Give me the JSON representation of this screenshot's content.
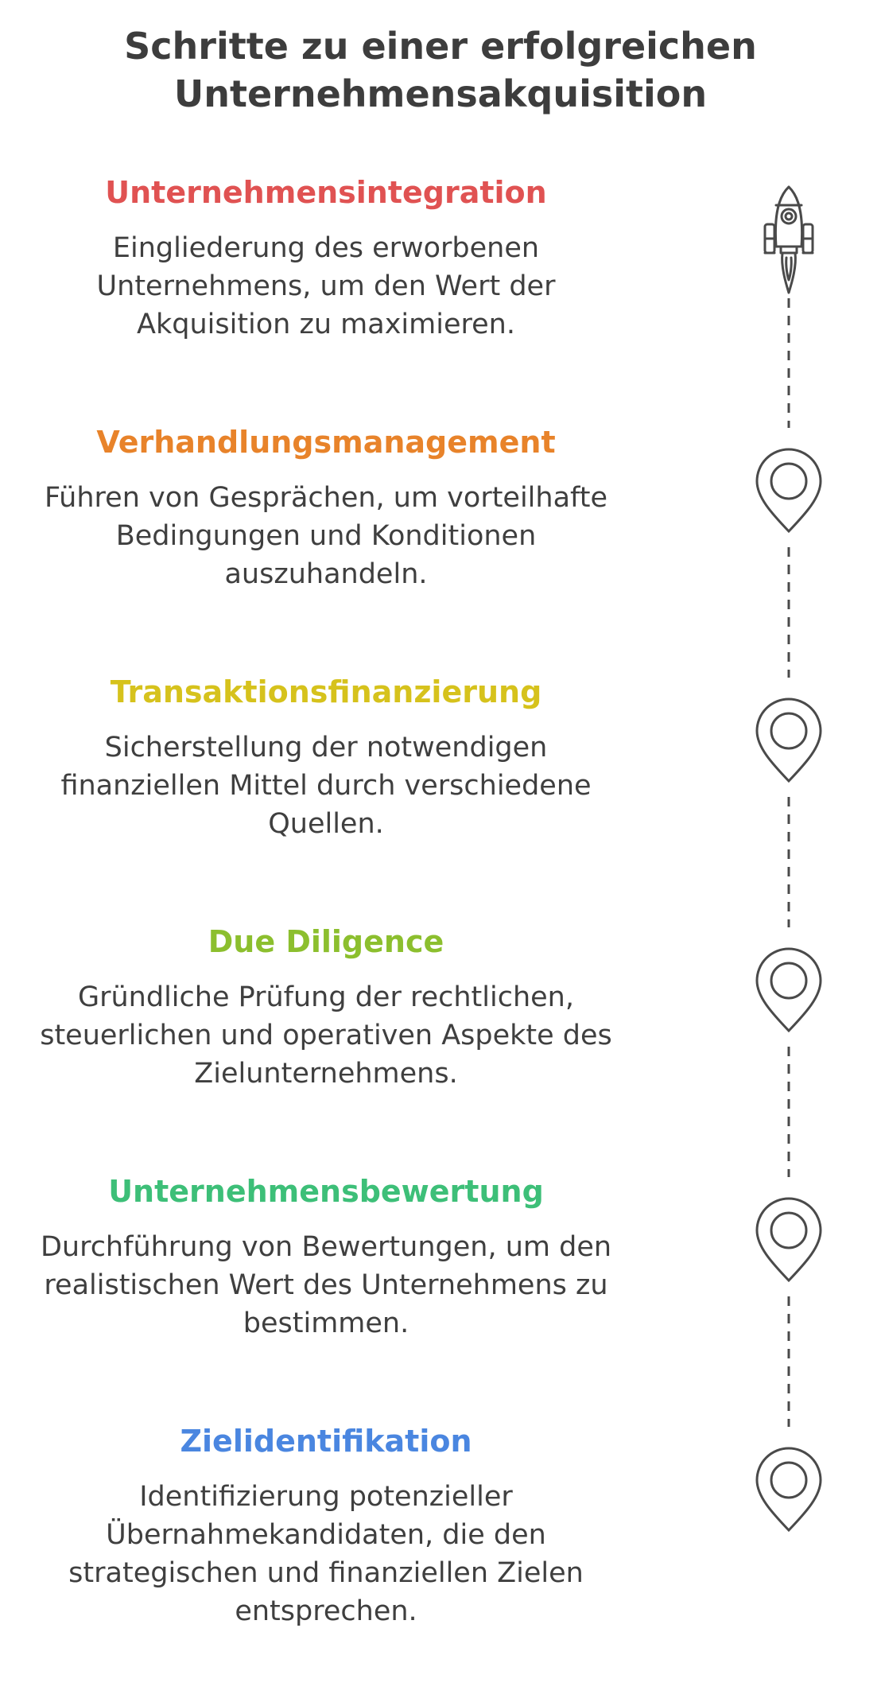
{
  "title": {
    "line1": "Schritte zu einer erfolgreichen",
    "line2": "Unternehmensakquisition"
  },
  "steps": [
    {
      "heading": "Unternehmensintegration",
      "color": "#e05252",
      "description": "Eingliederung des erworbenen Unternehmens, um den Wert der Akquisition zu maximieren.",
      "icon": "rocket-icon"
    },
    {
      "heading": "Verhandlungsmanagement",
      "color": "#e8832a",
      "description": "Führen von Gesprächen, um vorteilhafte Bedingungen und Konditionen auszuhandeln.",
      "icon": "map-pin-icon"
    },
    {
      "heading": "Transaktionsfinanzierung",
      "color": "#d6c21c",
      "description": "Sicherstellung der notwendigen finanziellen Mittel durch verschiedene Quellen.",
      "icon": "map-pin-icon"
    },
    {
      "heading": "Due Diligence",
      "color": "#8cbf2e",
      "description": "Gründliche Prüfung der rechtlichen, steuerlichen und operativen Aspekte des Zielunternehmens.",
      "icon": "map-pin-icon"
    },
    {
      "heading": "Unternehmensbewertung",
      "color": "#3dbf78",
      "description": "Durchführung von Bewertungen, um den realistischen Wert des Unternehmens zu bestimmen.",
      "icon": "map-pin-icon"
    },
    {
      "heading": "Zielidentifikation",
      "color": "#4a86e0",
      "description": "Identifizierung potenzieller Übernahmekandidaten, die den strategischen und finanziellen Zielen entsprechen.",
      "icon": "map-pin-icon"
    }
  ]
}
